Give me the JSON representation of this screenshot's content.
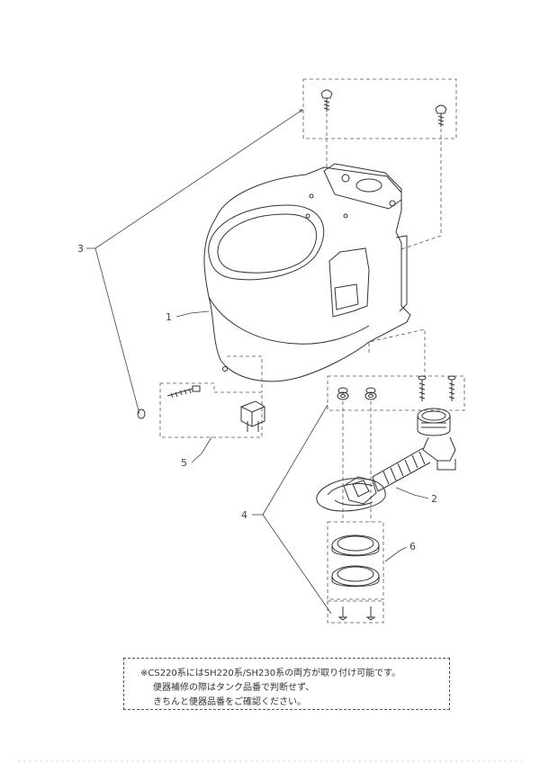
{
  "callouts": {
    "c1": "1",
    "c2": "2",
    "c3": "3",
    "c4": "4",
    "c5": "5",
    "c6": "6"
  },
  "note": {
    "line1": "※CS220系にはSH220系/SH230系の両方が取り付け可能です。",
    "line2": "便器補修の際はタンク品番で判断せず、",
    "line3": "きちんと便器品番をご確認ください。"
  }
}
